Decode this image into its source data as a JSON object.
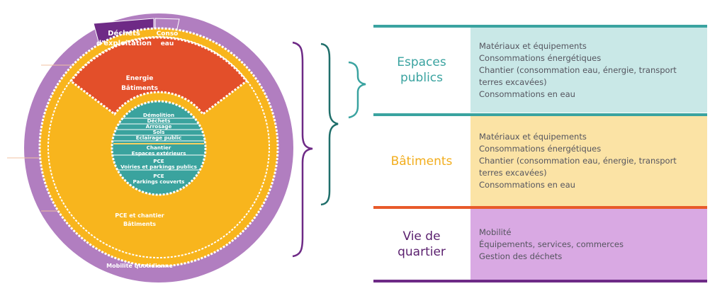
{
  "colors": {
    "purple": "#b17ec0",
    "purple_dark": "#6e2a86",
    "red": "#e34f2a",
    "yellow": "#f8b51d",
    "teal": "#3aa39e",
    "teal_dark": "#1f6e6a",
    "row1_label": "#3aa3a0",
    "row1_bg": "#c9e8e7",
    "row2_label": "#f2ad1c",
    "row2_bg": "#fbe3a5",
    "row3_label": "#5a1f6e",
    "row3_bg": "#d9a9e3",
    "detail_text": "#55555f"
  },
  "circle": {
    "top_tab_1": [
      "Déchets",
      "d'exploitation"
    ],
    "top_tab_2": [
      "Conso",
      "eau"
    ],
    "energy": [
      "Energie",
      "Bâtiments"
    ],
    "core_top": [
      "Démolition",
      "Déchets",
      "Arrosage",
      "Sols",
      "Eclairage public"
    ],
    "core_mid": [
      "Chantier",
      "Espaces extérieurs"
    ],
    "core_pce1": [
      "PCE",
      "Voiries et parkings publics"
    ],
    "core_pce2": [
      "PCE",
      "Parkings couverts"
    ],
    "yellow_label": [
      "PCE et chantier",
      "Bâtiments"
    ],
    "outer_label": "Mobilité quotidienne"
  },
  "rows": [
    {
      "label": [
        "Espaces",
        "publics"
      ],
      "items": [
        "Matériaux et équipements",
        "Consommations énergétiques",
        "Chantier (consommation eau, énergie, transport terres excavées)",
        "Consommations en eau"
      ]
    },
    {
      "label": [
        "Bâtiments"
      ],
      "items": [
        "Matériaux et équipements",
        "Consommations énergétiques",
        "Chantier (consommation eau, énergie, transport terres excavées)",
        "Consommations en eau"
      ]
    },
    {
      "label": [
        "Vie de",
        "quartier"
      ],
      "items": [
        "Mobilité",
        "Équipements, services, commerces",
        "Gestion des déchets"
      ]
    }
  ]
}
